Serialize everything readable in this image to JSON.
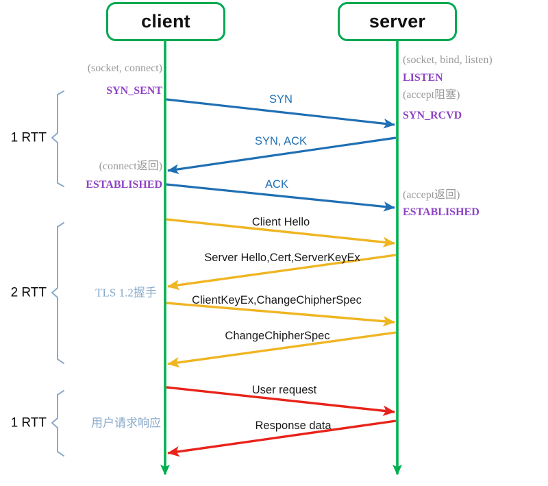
{
  "diagram": {
    "title": "TCP three-way handshake, TLS 1.2 handshake and HTTP request sequence",
    "colors": {
      "lifeline": "#00b050",
      "actor_border": "#00a950",
      "tcp_arrow": "#1f6fb4",
      "tls_arrow": "#efb522",
      "app_arrow": "#e8231a",
      "state_text": "#8e44c4",
      "call_text": "#9a9a9a",
      "brace": "#8aa9c9",
      "phase_text": "#8aa9c9"
    }
  },
  "actors": [
    {
      "name": "client",
      "label": "client"
    },
    {
      "name": "server",
      "label": "server"
    }
  ],
  "client_annotations": [
    {
      "kind": "call",
      "text": "(socket, connect)"
    },
    {
      "kind": "state",
      "text": "SYN_SENT"
    },
    {
      "kind": "call",
      "text": "(connect返回)"
    },
    {
      "kind": "state",
      "text": "ESTABLISHED"
    }
  ],
  "server_annotations": [
    {
      "kind": "call",
      "text": "(socket, bind, listen)"
    },
    {
      "kind": "state",
      "text": "LISTEN"
    },
    {
      "kind": "call",
      "text": "(accept阻塞)"
    },
    {
      "kind": "state",
      "text": "SYN_RCVD"
    },
    {
      "kind": "call",
      "text": "(accept返回)"
    },
    {
      "kind": "state",
      "text": "ESTABLISHED"
    }
  ],
  "messages": [
    {
      "label": "SYN",
      "from": "client",
      "to": "server",
      "group": "tcp"
    },
    {
      "label": "SYN, ACK",
      "from": "server",
      "to": "client",
      "group": "tcp"
    },
    {
      "label": "ACK",
      "from": "client",
      "to": "server",
      "group": "tcp"
    },
    {
      "label": "Client Hello",
      "from": "client",
      "to": "server",
      "group": "tls"
    },
    {
      "label": "Server Hello,Cert,ServerKeyEx",
      "from": "server",
      "to": "client",
      "group": "tls"
    },
    {
      "label": "ClientKeyEx,ChangeChipherSpec",
      "from": "client",
      "to": "server",
      "group": "tls"
    },
    {
      "label": "ChangeChipherSpec",
      "from": "server",
      "to": "client",
      "group": "tls"
    },
    {
      "label": "User request",
      "from": "client",
      "to": "server",
      "group": "app"
    },
    {
      "label": "Response data",
      "from": "server",
      "to": "client",
      "group": "app"
    }
  ],
  "phases": [
    {
      "rtt": "1 RTT",
      "phase": ""
    },
    {
      "rtt": "2 RTT",
      "phase": "TLS 1.2握手"
    },
    {
      "rtt": "1 RTT",
      "phase": "用户请求响应"
    }
  ]
}
